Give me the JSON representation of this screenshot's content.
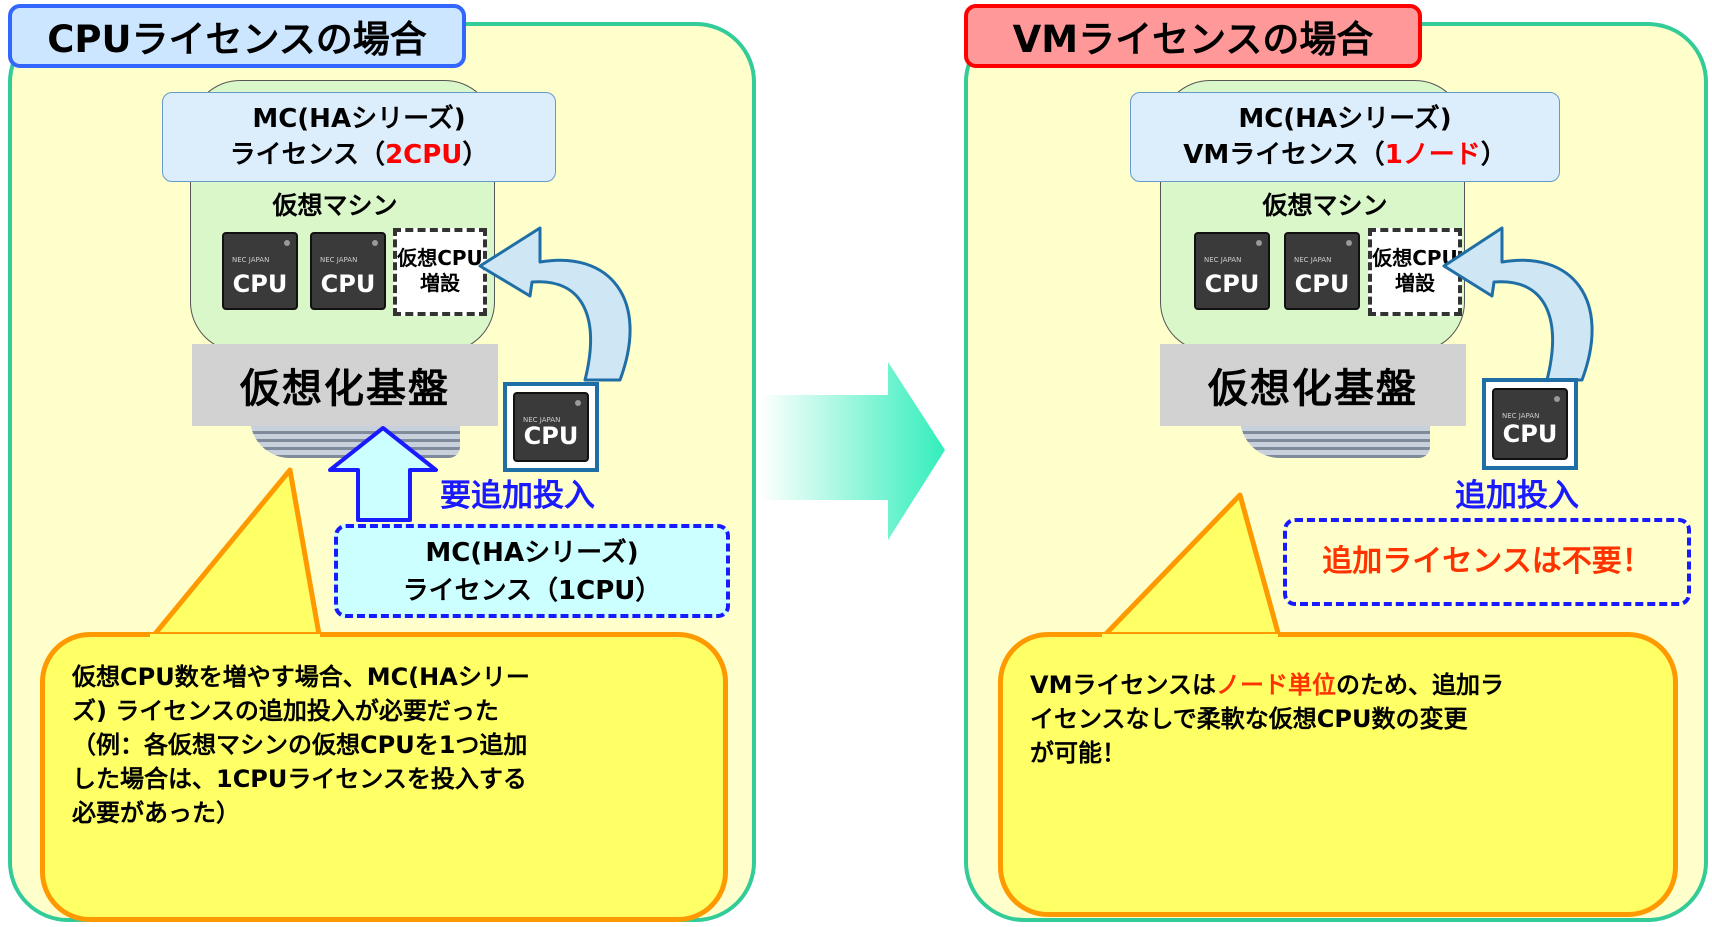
{
  "left": {
    "title": "CPUライセンスの場合",
    "license_line1": "MC(HAシリーズ)",
    "license_line2_pre": "ライセンス（",
    "license_line2_hl": "2CPU",
    "license_line2_post": "）",
    "vm_label": "仮想マシン",
    "cpu_brand": "NEC JAPAN",
    "cpu_label": "CPU",
    "new_cpu_line1": "仮想CPU",
    "new_cpu_line2": "増設",
    "base_label": "仮想化基盤",
    "added_label": "要追加投入",
    "extra_license_line1": "MC(HAシリーズ)",
    "extra_license_line2": "ライセンス（1CPU）",
    "note_lines": [
      "仮想CPU数を増やす場合、MC(HAシリー",
      "ズ) ライセンスの追加投入が必要だった",
      "（例：各仮想マシンの仮想CPUを1つ追加",
      "した場合は、1CPUライセンスを投入する",
      "必要があった）"
    ]
  },
  "right": {
    "title": "VMライセンスの場合",
    "license_line1": "MC(HAシリーズ)",
    "license_line2_pre": "VMライセンス（",
    "license_line2_hl": "1ノード",
    "license_line2_post": "）",
    "vm_label": "仮想マシン",
    "cpu_brand": "NEC JAPAN",
    "cpu_label": "CPU",
    "new_cpu_line1": "仮想CPU",
    "new_cpu_line2": "増設",
    "base_label": "仮想化基盤",
    "added_label": "追加投入",
    "no_license": "追加ライセンスは不要！",
    "note_line1_pre": "VMライセンスは",
    "note_line1_hl": "ノード単位",
    "note_line1_post": "のため、追加ラ",
    "note_line2": "イセンスなしで柔軟な仮想CPU数の変更",
    "note_line3": "が可能！"
  },
  "colors": {
    "panel_fill": "#ffffcc",
    "panel_border": "#33cc99",
    "left_title_border": "#3366ff",
    "right_title_border": "#ff0000",
    "right_title_fill": "#ff9999",
    "accent_blue": "#1a1aff",
    "accent_red": "#ff0000",
    "bubble_fill": "#ffff66",
    "bubble_border": "#ff9900"
  }
}
